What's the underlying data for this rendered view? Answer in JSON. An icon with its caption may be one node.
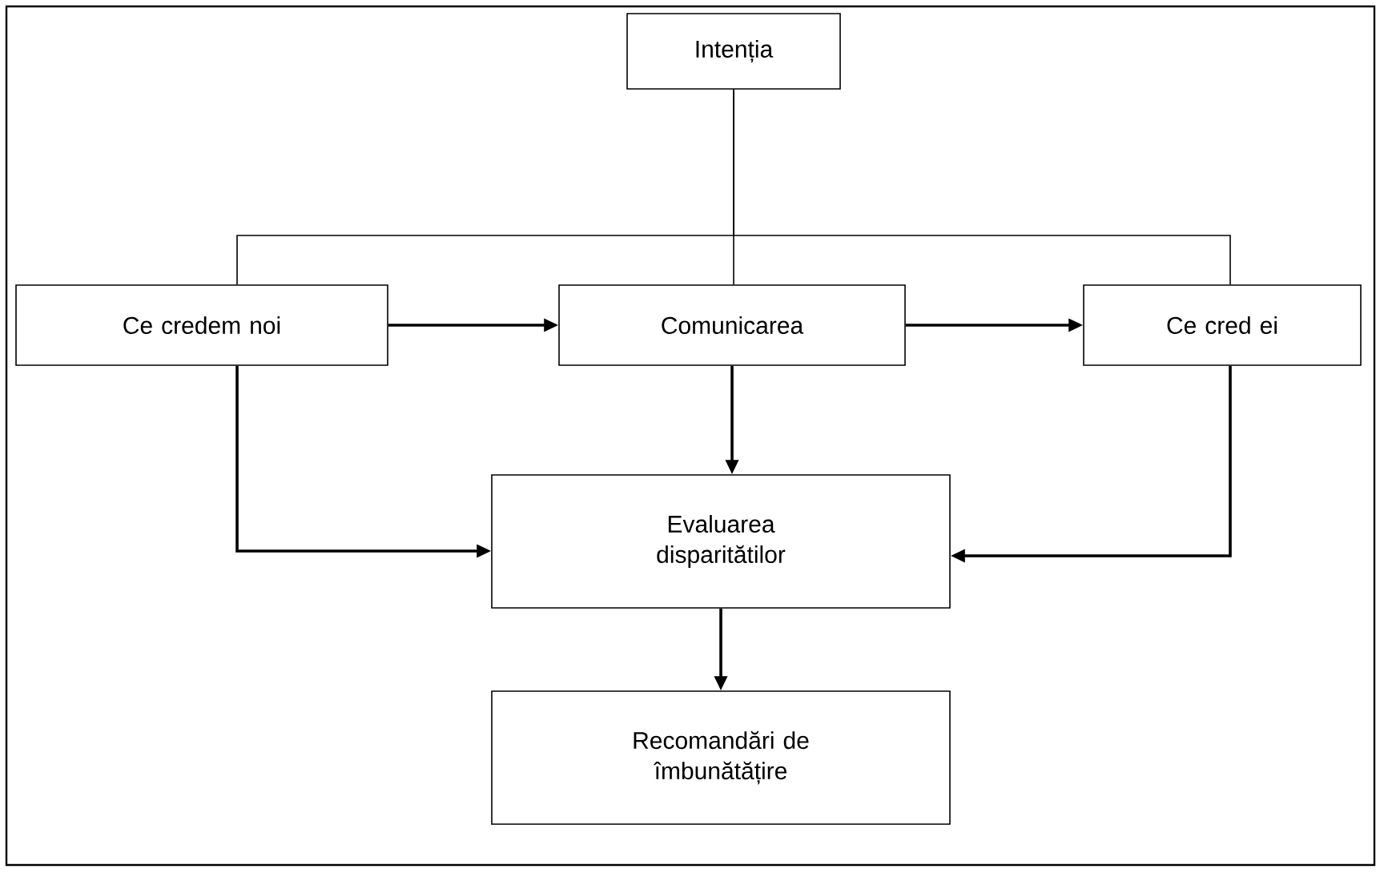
{
  "diagram": {
    "nodes": [
      {
        "text": [
          "Intenția"
        ]
      },
      {
        "text": [
          "Ce credem noi"
        ]
      },
      {
        "text": [
          "Comunicarea"
        ]
      },
      {
        "text": [
          "Ce cred ei"
        ]
      },
      {
        "text": [
          "Evaluarea disparitătilor"
        ]
      },
      {
        "text": [
          "Recomandări de îmbunătățire"
        ]
      }
    ],
    "edges": [
      {
        "from": 0,
        "to": 1,
        "arrow": "none"
      },
      {
        "from": 0,
        "to": 2,
        "arrow": "none"
      },
      {
        "from": 0,
        "to": 3,
        "arrow": "none"
      },
      {
        "from": 1,
        "to": 2,
        "arrow": "to"
      },
      {
        "from": 2,
        "to": 3,
        "arrow": "to"
      },
      {
        "from": 2,
        "to": 4,
        "arrow": "to"
      },
      {
        "from": 1,
        "to": 4,
        "arrow": "to"
      },
      {
        "from": 3,
        "to": 4,
        "arrow": "to"
      },
      {
        "from": 4,
        "to": 5,
        "arrow": "to"
      }
    ]
  }
}
